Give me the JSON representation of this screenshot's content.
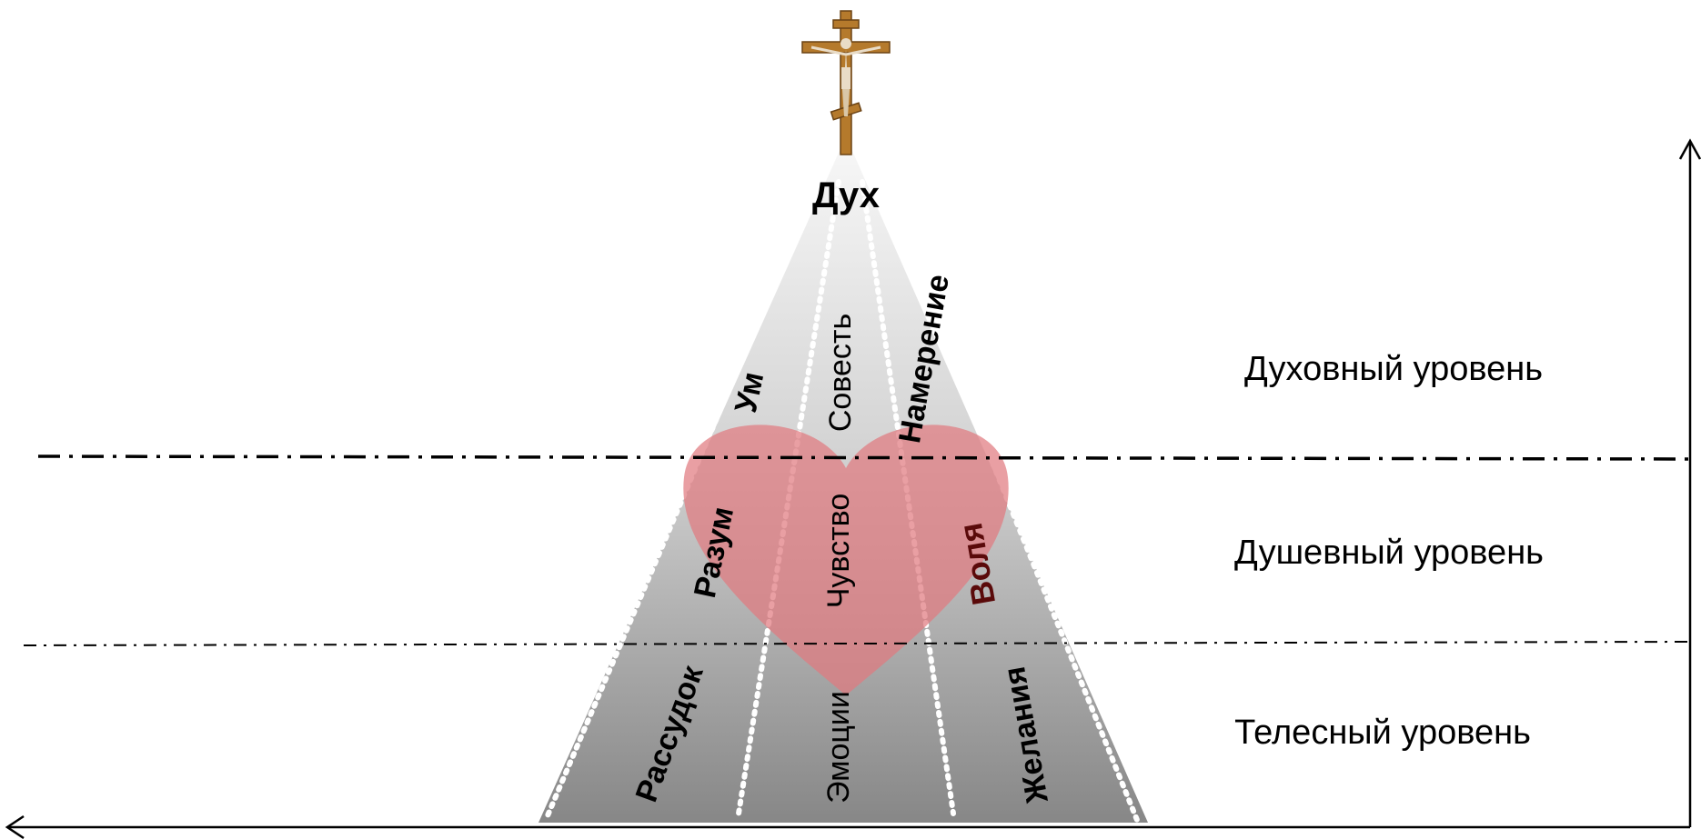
{
  "top": {
    "label": "Дух",
    "icon": "crucifix-icon"
  },
  "levels": [
    {
      "label": "Духовный уровень"
    },
    {
      "label": "Душевный уровень"
    },
    {
      "label": "Телесный уровень"
    }
  ],
  "columns": {
    "left": {
      "spiritual": "Ум",
      "soul": "Разум",
      "body": "Рассудок"
    },
    "center": {
      "spiritual": "Совесть",
      "soul": "Чувство",
      "body": "Эмоции"
    },
    "right": {
      "spiritual": "Намерение",
      "soul": "Воля",
      "body": "Желания"
    }
  },
  "colors": {
    "heart": "#e07a80",
    "triangle_top": "#f4f4f4",
    "triangle_bottom": "#8f8f8f",
    "red_text": "#5a0a0a"
  }
}
